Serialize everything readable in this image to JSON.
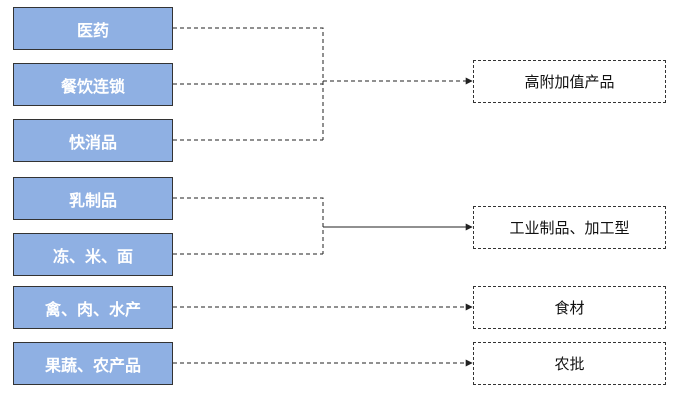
{
  "sources": [
    {
      "label": "医药"
    },
    {
      "label": "餐饮连锁"
    },
    {
      "label": "快消品"
    },
    {
      "label": "乳制品"
    },
    {
      "label": "冻、米、面"
    },
    {
      "label": "禽、肉、水产"
    },
    {
      "label": "果蔬、农产品"
    }
  ],
  "targets": [
    {
      "label": "高附加值产品"
    },
    {
      "label": "工业制品、加工型"
    },
    {
      "label": "食材"
    },
    {
      "label": "农批"
    }
  ],
  "connections": [
    {
      "from": [
        0,
        1,
        2
      ],
      "to": 0
    },
    {
      "from": [
        3,
        4
      ],
      "to": 1
    },
    {
      "from": [
        5
      ],
      "to": 2
    },
    {
      "from": [
        6
      ],
      "to": 3
    }
  ],
  "colors": {
    "source_fill": "#8fb0e3",
    "source_border": "#333333",
    "line": "#222222"
  }
}
